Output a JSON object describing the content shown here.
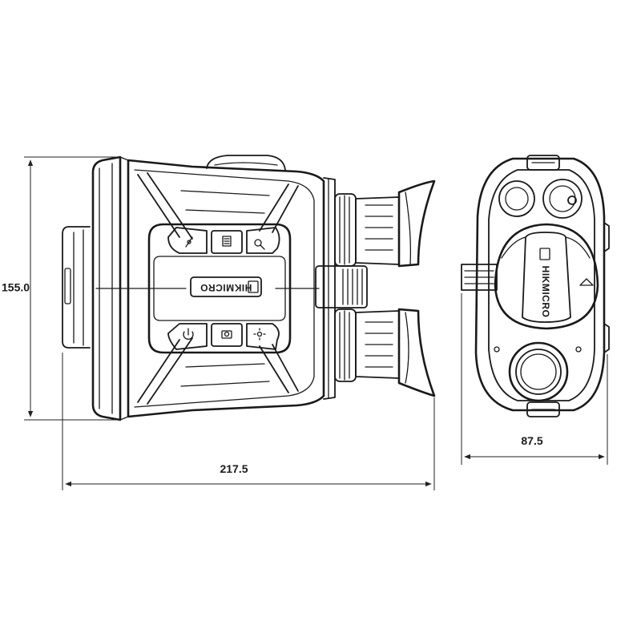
{
  "dimensions": {
    "height": "155.0",
    "length": "217.5",
    "width": "87.5"
  },
  "branding": {
    "logo_text": "HIKMICRO"
  },
  "colors": {
    "line": "#1a1a1a",
    "background": "#ffffff"
  },
  "icons": [
    "power-icon",
    "camera-icon",
    "brightness-icon",
    "menu-icon",
    "laser-icon",
    "zoom-icon"
  ]
}
